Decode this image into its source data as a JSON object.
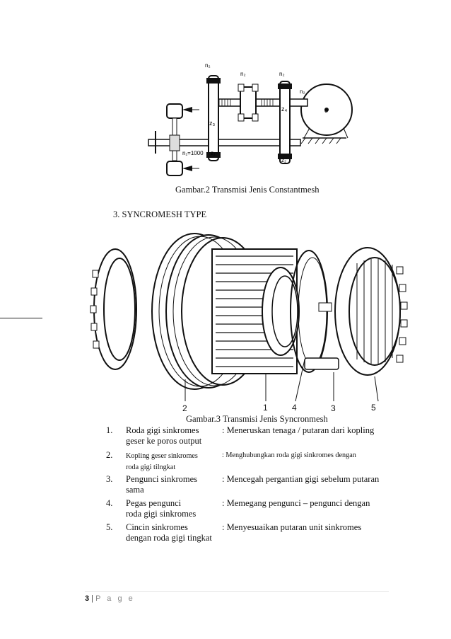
{
  "figure2": {
    "labels": [
      "n₂",
      "n₂",
      "n₂",
      "n₂",
      "n₁=1000",
      "z₃",
      "z₄",
      "z₁",
      "z₂",
      "o"
    ],
    "caption": "Gambar.2 Transmisi Jenis Constantmesh"
  },
  "section_heading": "3. SYNCROMESH TYPE",
  "figure3": {
    "callouts": [
      "2",
      "1",
      "4",
      "3",
      "5"
    ],
    "caption": "Gambar.3 Transmisi Jenis Syncronmesh"
  },
  "items": [
    {
      "num": "1.",
      "term": [
        "Roda gigi sinkromes",
        "geser ke poros output"
      ],
      "desc": ": Meneruskan tenaga / putaran dari kopling"
    },
    {
      "num": "2.",
      "term": [
        "Kopling geser sinkromes",
        "roda gigi tilngkat"
      ],
      "desc": ": Menghubungkan roda gigi sinkromes dengan"
    },
    {
      "num": "3.",
      "term": [
        "Pengunci sinkromes",
        "sama"
      ],
      "desc": ": Mencegah pergantian gigi sebelum putaran"
    },
    {
      "num": "4.",
      "term": [
        "Pegas pengunci",
        "roda gigi sinkromes"
      ],
      "desc": ": Memegang pengunci – pengunci dengan"
    },
    {
      "num": "5.",
      "term": [
        "Cincin sinkromes",
        "dengan roda gigi tingkat"
      ],
      "desc": ": Menyesuaikan putaran unit sinkromes"
    }
  ],
  "footer": {
    "page_number": "3",
    "separator": " | ",
    "page_label": "P a g e"
  }
}
